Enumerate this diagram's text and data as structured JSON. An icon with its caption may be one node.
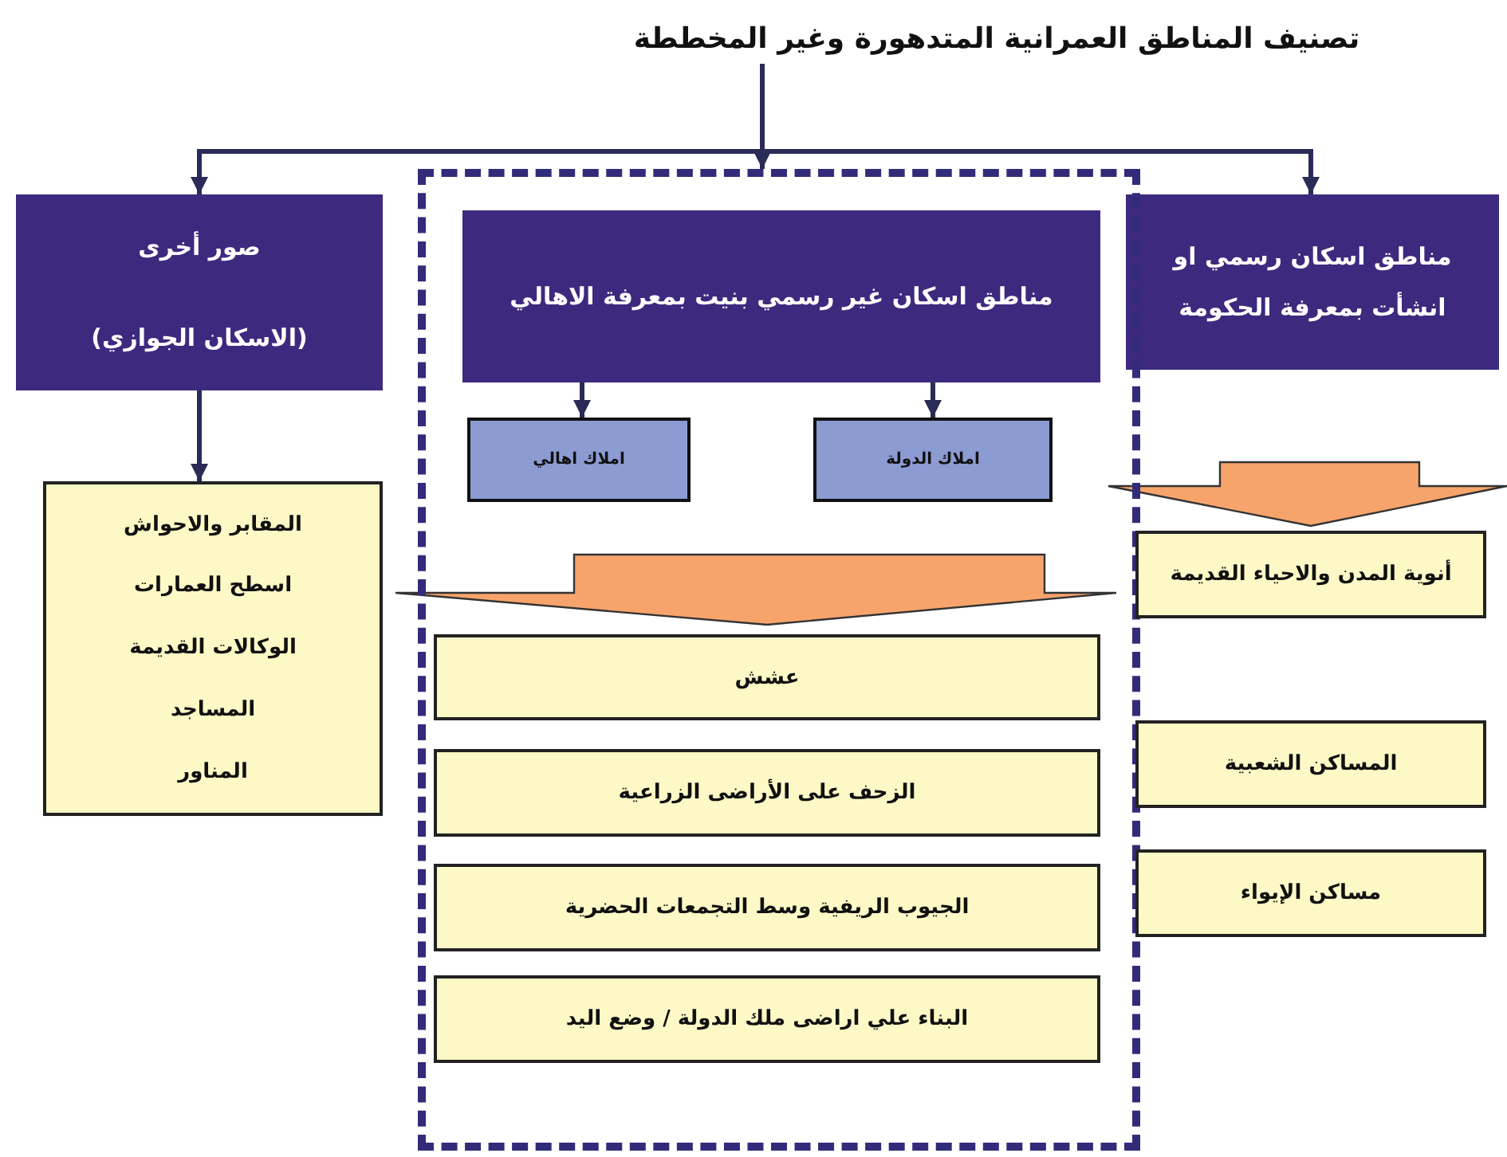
{
  "diagram": {
    "nodes": [
      {
        "text": [
          "تصنيف المناطق العمرانية المتدهورة وغير المخططة"
        ]
      },
      {
        "text": [
          "مناطق اسكان رسمي او انشأت بمعرفة الحكومة"
        ]
      },
      {
        "text": [],
        "shape": "box"
      },
      {
        "text": [
          "مناطق اسكان غير رسمي بنيت بمعرفة الاهالي"
        ],
        "in": 2
      },
      {
        "text": [
          "املاك الدولة"
        ],
        "in": 2
      },
      {
        "text": [
          "املاك اهالي"
        ],
        "in": 2
      },
      {
        "text": [
          "عشش"
        ],
        "in": 2
      },
      {
        "text": [
          "الزحف على الأراضى الزراعية"
        ],
        "in": 2
      },
      {
        "text": [
          "الجيوب الريفية وسط التجمعات الحضرية"
        ],
        "in": 2
      },
      {
        "text": [
          "البناء علي اراضى ملك الدولة / وضع اليد"
        ],
        "in": 2
      },
      {
        "text": [
          "صور أخرى",
          "(الاسكان الجوازي)"
        ]
      },
      {
        "text": [
          "المقابر والاحواش",
          "اسطح العمارات",
          "الوكالات القديمة",
          "المساجد",
          "المناور"
        ]
      },
      {
        "text": [
          "أنوية المدن والاحياء القديمة"
        ]
      },
      {
        "text": [
          "المساكن الشعبية"
        ]
      },
      {
        "text": [
          "مساكن الإيواء"
        ]
      }
    ],
    "edges": [
      {
        "from": 0,
        "to": 1,
        "arrow": "to"
      },
      {
        "from": 0,
        "to": 2,
        "arrow": "to"
      },
      {
        "from": 0,
        "to": 10,
        "arrow": "to"
      },
      {
        "from": 3,
        "to": 4,
        "arrow": "to"
      },
      {
        "from": 3,
        "to": 5,
        "arrow": "to"
      },
      {
        "from": 10,
        "to": 11,
        "arrow": "to"
      },
      {
        "from": 3,
        "to": 6,
        "arrow": "to",
        "style": "thick",
        "color": "#f7a46c"
      },
      {
        "from": 1,
        "to": 12,
        "arrow": "to",
        "style": "thick",
        "color": "#f7a46c"
      }
    ]
  }
}
